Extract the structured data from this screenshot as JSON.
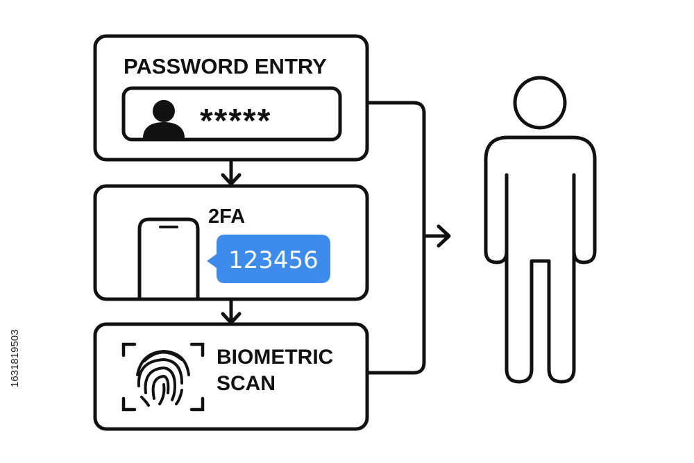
{
  "steps": {
    "password": {
      "title": "PASSWORD ENTRY",
      "masked_value": "*****"
    },
    "two_factor": {
      "title": "2FA",
      "code": "123456"
    },
    "biometric": {
      "title_line1": "BIOMETRIC",
      "title_line2": "SCAN"
    }
  },
  "stock_id": "1631819503",
  "colors": {
    "ink": "#111111",
    "bubble": "#3d8bea",
    "background": "#ffffff"
  }
}
